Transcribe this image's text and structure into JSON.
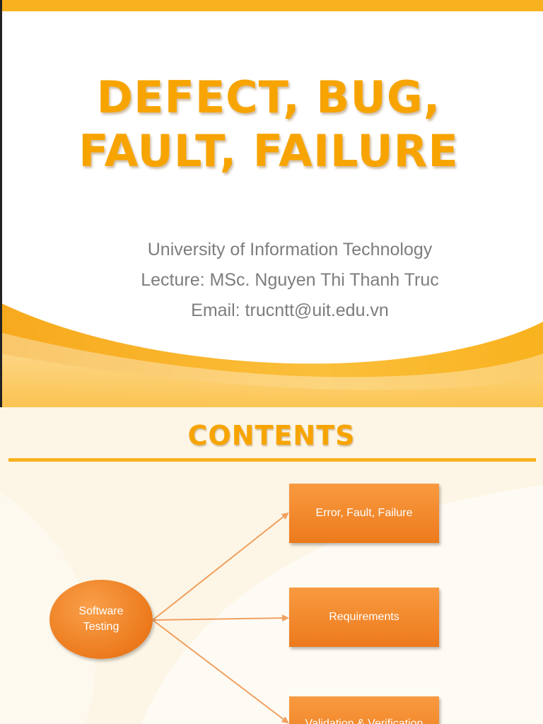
{
  "title_slide": {
    "title_line1": "DEFECT, BUG,",
    "title_line2": "FAULT, FAILURE",
    "university": "University of Information Technology",
    "lecturer": "Lecture: MSc. Nguyen Thi Thanh Truc",
    "email": "Email: trucntt@uit.edu.vn"
  },
  "contents_slide": {
    "title": "CONTENTS",
    "center_node": {
      "line1": "Software",
      "line2": "Testing"
    },
    "branches": [
      {
        "label": "Error, Fault, Failure"
      },
      {
        "label": "Requirements"
      },
      {
        "label": "Validation & Verification"
      }
    ]
  },
  "colors": {
    "accent_orange": "#f9b21f",
    "title_orange": "#f7a400",
    "node_orange": "#ec7a1c",
    "subtitle_gray": "#7d7d7d"
  }
}
